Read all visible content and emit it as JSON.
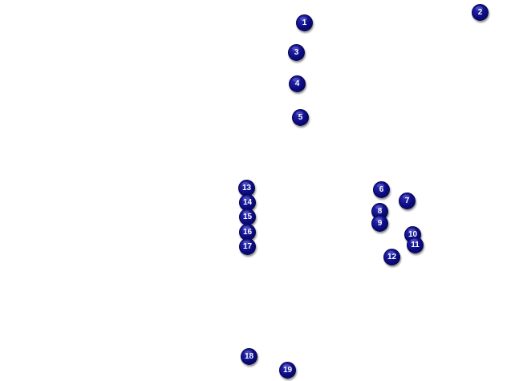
{
  "colors": {
    "background": "#ffffff",
    "marker_fill": "#0b0b80",
    "marker_border": "#050550",
    "marker_text": "#ffffff"
  },
  "markers": [
    {
      "label": "1"
    },
    {
      "label": "2"
    },
    {
      "label": "3"
    },
    {
      "label": "4"
    },
    {
      "label": "5"
    },
    {
      "label": "6"
    },
    {
      "label": "7"
    },
    {
      "label": "8"
    },
    {
      "label": "9"
    },
    {
      "label": "10"
    },
    {
      "label": "11"
    },
    {
      "label": "12"
    },
    {
      "label": "13"
    },
    {
      "label": "14"
    },
    {
      "label": "15"
    },
    {
      "label": "16"
    },
    {
      "label": "17"
    },
    {
      "label": "18"
    },
    {
      "label": "19"
    }
  ]
}
